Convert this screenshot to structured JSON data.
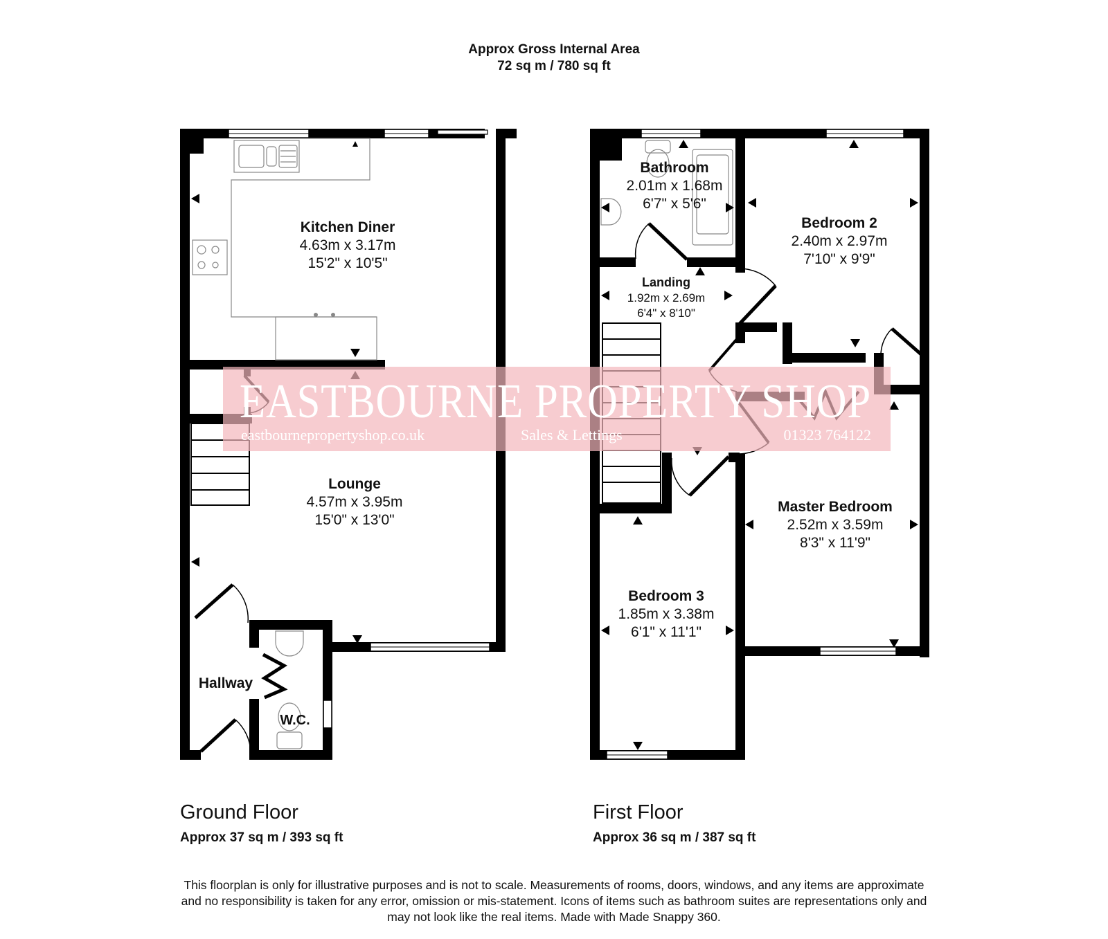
{
  "header": {
    "title": "Approx Gross Internal Area",
    "area": "72 sq m / 780 sq ft"
  },
  "ground_floor": {
    "title": "Ground Floor",
    "area": "Approx 37 sq m / 393 sq ft",
    "rooms": [
      {
        "name": "Kitchen Diner",
        "metric": "4.63m x 3.17m",
        "imperial": "15'2\" x 10'5\""
      },
      {
        "name": "Lounge",
        "metric": "4.57m x 3.95m",
        "imperial": "15'0\" x 13'0\""
      },
      {
        "name": "Hallway"
      },
      {
        "name": "W.C."
      }
    ]
  },
  "first_floor": {
    "title": "First Floor",
    "area": "Approx 36 sq m / 387 sq ft",
    "rooms": [
      {
        "name": "Bathroom",
        "metric": "2.01m x 1.68m",
        "imperial": "6'7\" x 5'6\""
      },
      {
        "name": "Bedroom 2",
        "metric": "2.40m x 2.97m",
        "imperial": "7'10\" x 9'9\""
      },
      {
        "name": "Landing",
        "metric": "1.92m x 2.69m",
        "imperial": "6'4\" x 8'10\""
      },
      {
        "name": "Master Bedroom",
        "metric": "2.52m x 3.59m",
        "imperial": "8'3\" x 11'9\""
      },
      {
        "name": "Bedroom 3",
        "metric": "1.85m x 3.38m",
        "imperial": "6'1\" x 11'1\""
      }
    ]
  },
  "watermark": {
    "brand": "Eastbourne Property Shop",
    "brand_display": "EASTBOURNE PROPERTY SHOP",
    "website": "eastbournepropertyshop.co.uk",
    "tagline": "Sales & Lettings",
    "phone": "01323 764122",
    "color": "#f4c2c6"
  },
  "disclaimer": {
    "line1": "This floorplan is only for illustrative purposes and is not to scale. Measurements of rooms, doors, windows, and any items are approximate",
    "line2": "and no responsibility is taken for any error, omission or mis-statement. Icons of items such as bathroom suites are representations only and",
    "line3": "may not look like the real items. Made with Made Snappy 360."
  },
  "colors": {
    "wall": "#000000",
    "fixture": "#888888",
    "background": "#ffffff"
  }
}
